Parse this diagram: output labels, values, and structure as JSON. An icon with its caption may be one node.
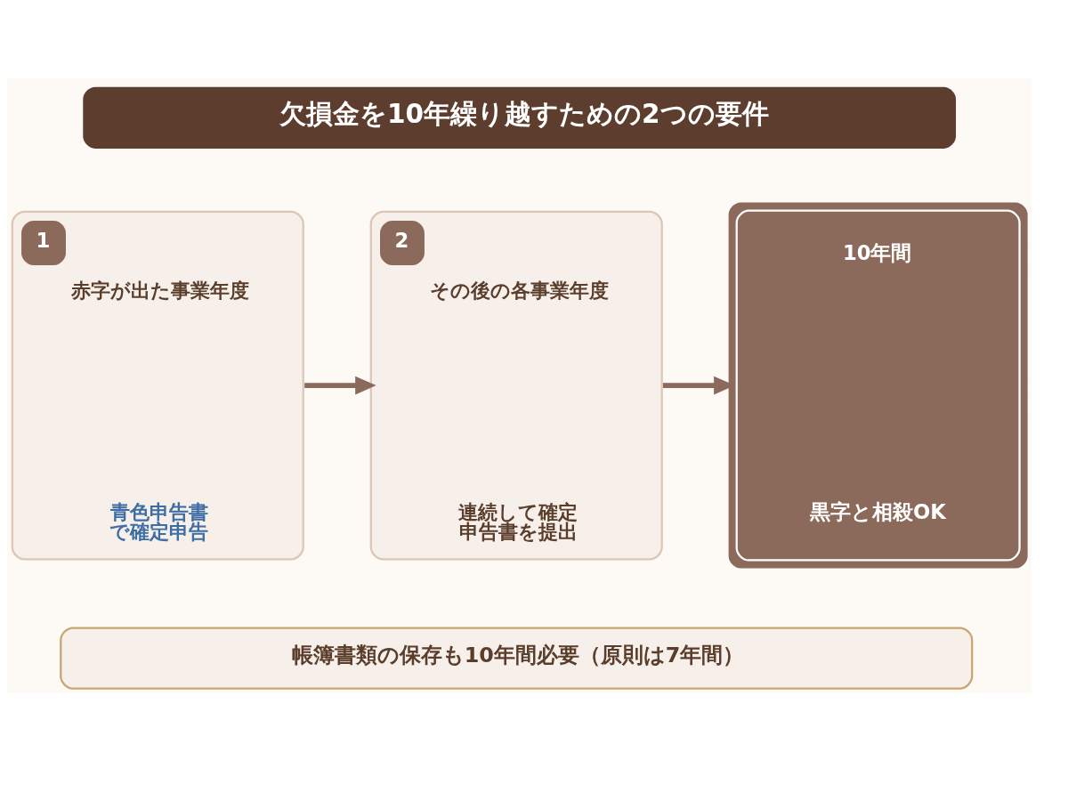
{
  "diagram": {
    "title": "欠損金を10年繰り越すための2つの要件",
    "nodes": [
      {
        "text": [
          "1",
          "赤字が出た事業年度",
          "青色申告書で確定申告"
        ]
      },
      {
        "text": [
          "2",
          "その後の各事業年度",
          "連続して確定申告書を提出"
        ]
      },
      {
        "text": [
          "10年間",
          "黒字と相殺OK"
        ]
      },
      {
        "text": [
          "帳簿書類の保存も10年間必要（原則は7年間）"
        ]
      }
    ],
    "edges": [
      {
        "from": 0,
        "to": 1,
        "arrow": "to"
      },
      {
        "from": 1,
        "to": 2,
        "arrow": "to"
      }
    ]
  }
}
